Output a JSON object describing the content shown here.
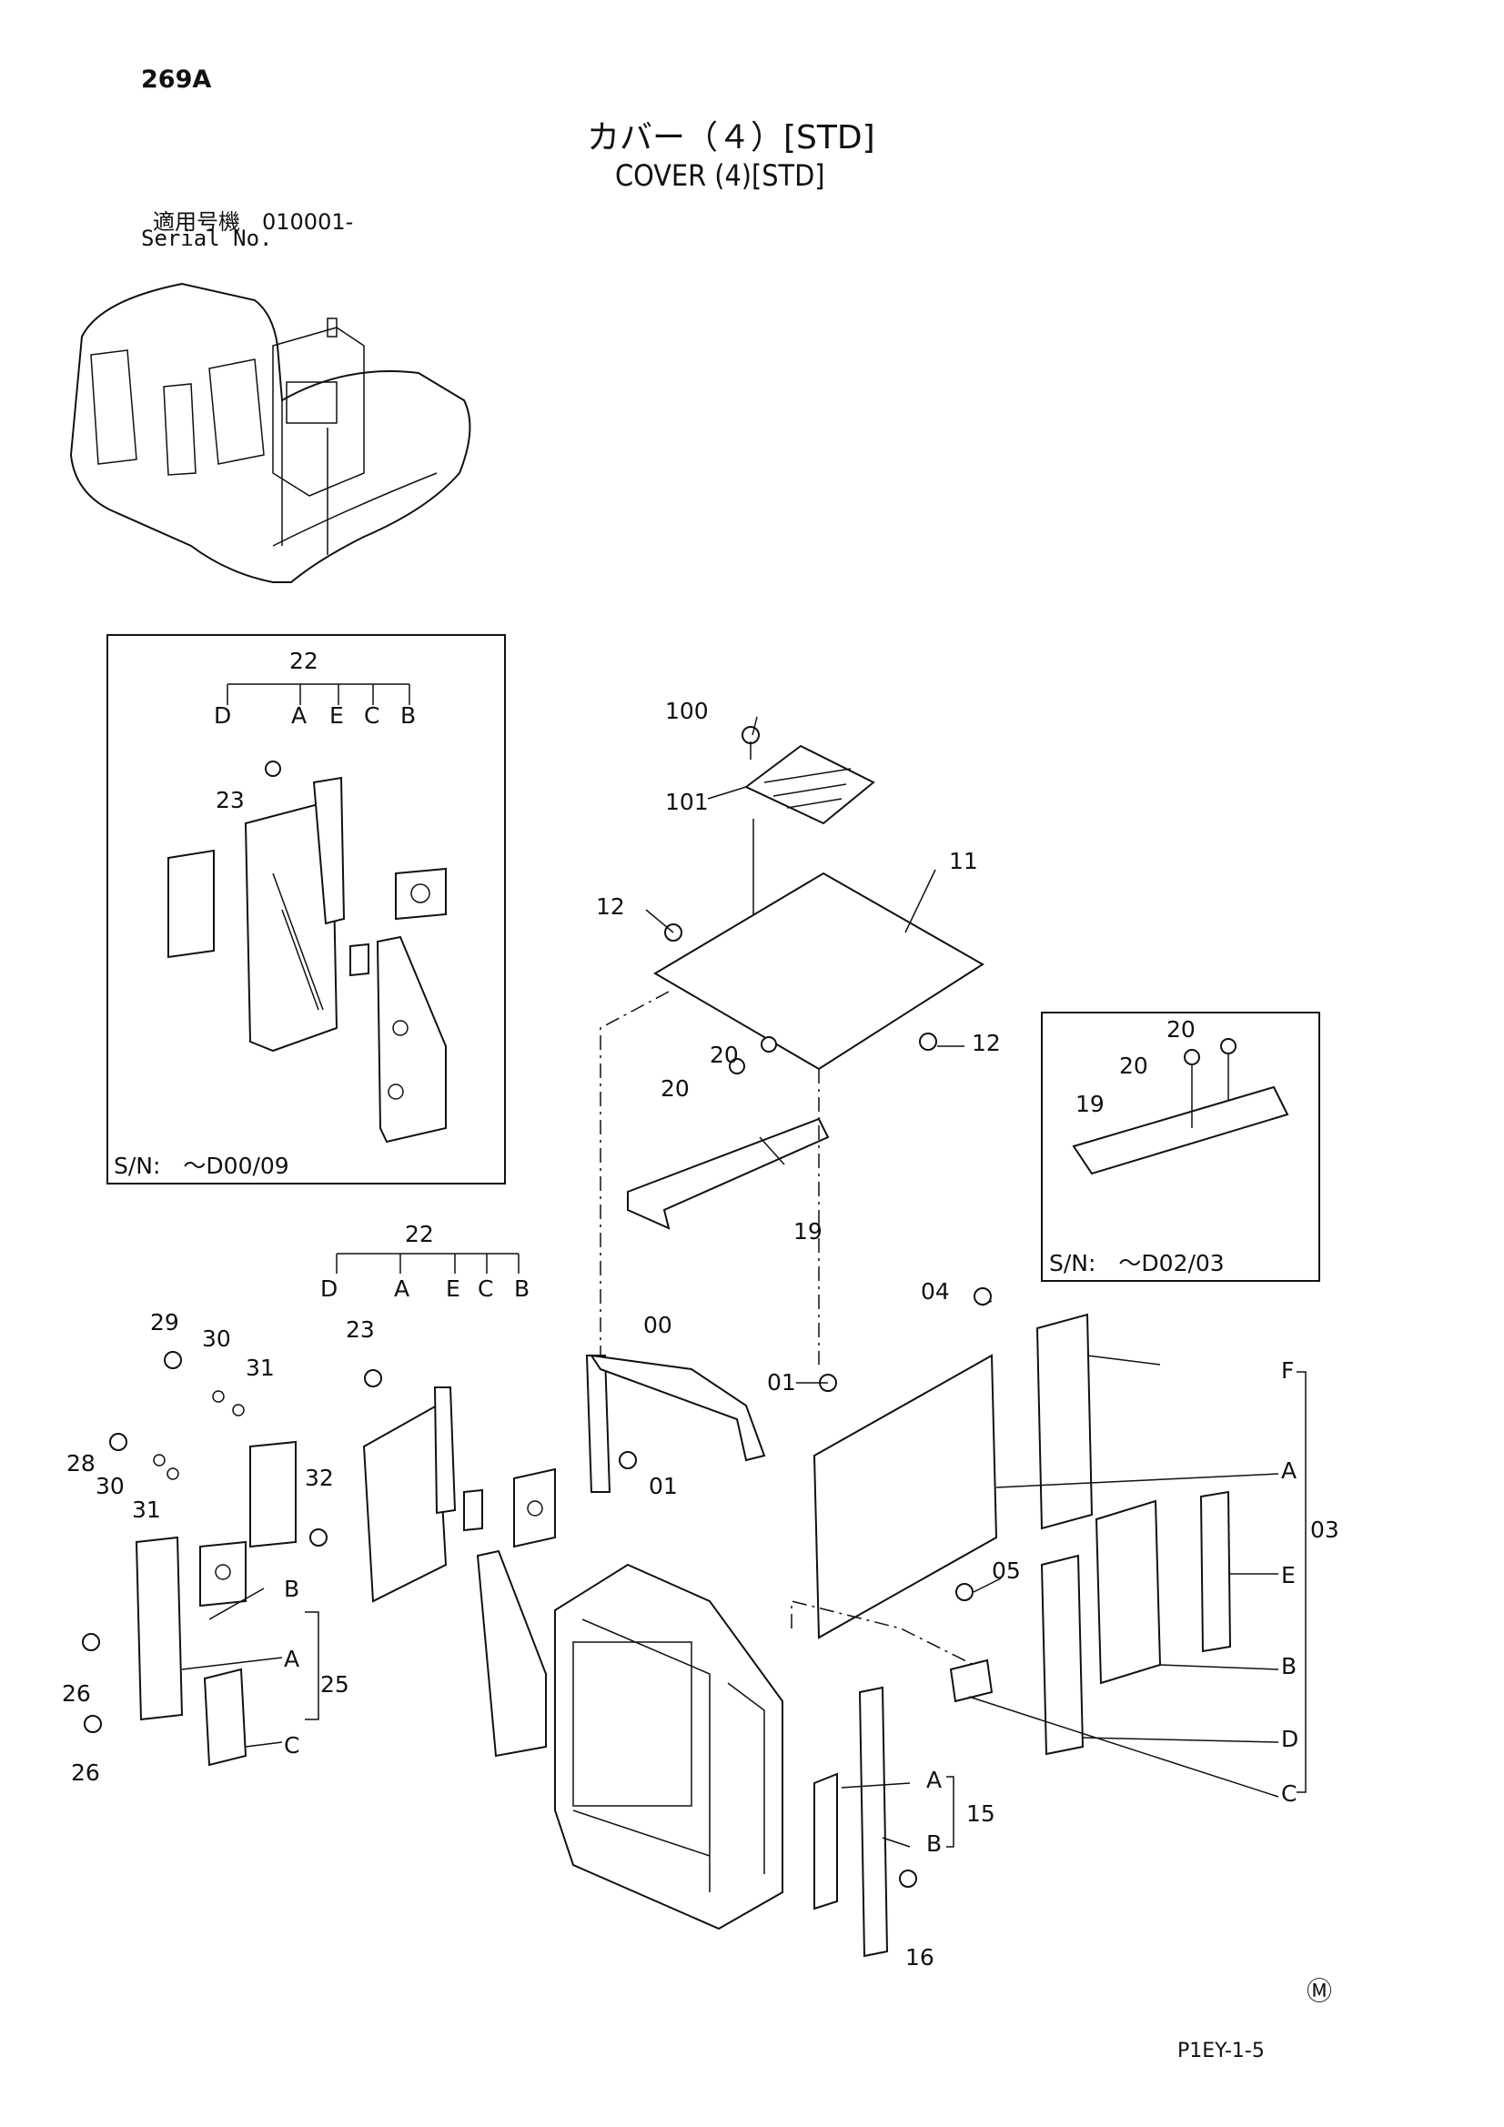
{
  "header": {
    "page_number": "269A",
    "title_jp": "カバー（４）[STD]",
    "title_en": "COVER (4)[STD]",
    "serial_jp": "適用号機　010001-",
    "serial_en": "Serial No."
  },
  "insets": {
    "left": {
      "serial": "S/N:　～D00/09"
    },
    "right": {
      "serial": "S/N:　～D02/03"
    }
  },
  "callouts": {
    "n100": "100",
    "n101": "101",
    "n11": "11",
    "n12a": "12",
    "n12b": "12",
    "n20a": "20",
    "n20b": "20",
    "n19": "19",
    "n00": "00",
    "n01a": "01",
    "n01b": "01",
    "n04": "04",
    "n05": "05",
    "n03": "03",
    "n15": "15",
    "n16": "16",
    "n22a": "22",
    "n22b": "22",
    "n23a": "23",
    "n23b": "23",
    "n29": "29",
    "n30a": "30",
    "n31a": "31",
    "n28": "28",
    "n30b": "30",
    "n31b": "31",
    "n32": "32",
    "n25": "25",
    "n26a": "26",
    "n26b": "26",
    "r20a": "20",
    "r20b": "20",
    "r19": "19"
  },
  "letters": {
    "A": "A",
    "B": "B",
    "C": "C",
    "D": "D",
    "E": "E",
    "F": "F"
  },
  "footer": {
    "marker": "Ⓜ",
    "page_code": "P1EY-1-5"
  }
}
